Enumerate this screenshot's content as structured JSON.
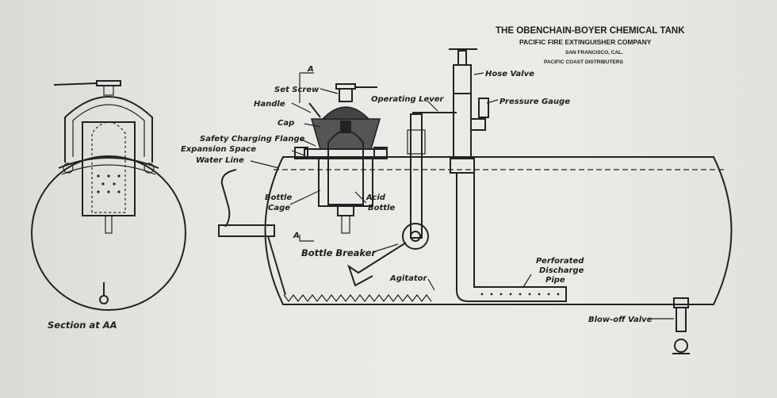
{
  "title": {
    "main": "THE OBENCHAIN-BOYER CHEMICAL TANK",
    "company": "PACIFIC FIRE EXTINGUISHER COMPANY",
    "city": "SAN FRANCISCO, CAL.",
    "distributors": "PACIFIC COAST DISTRIBUTERS"
  },
  "section_caption": "Section at AA",
  "labels": {
    "a_top": "A",
    "set_screw": "Set Screw",
    "handle": "Handle",
    "cap": "Cap",
    "safety_flange": "Safety Charging Flange",
    "expansion_space": "Expansion Space",
    "water_line": "Water Line",
    "bottle_cage_1": "Bottle",
    "bottle_cage_2": "Cage",
    "acid_bottle_1": "Acid",
    "acid_bottle_2": "Bottle",
    "a_bottom": "A",
    "bottle_breaker": "Bottle Breaker",
    "operating_lever": "Operating Lever",
    "hose_valve": "Hose Valve",
    "pressure_gauge": "Pressure Gauge",
    "perforated_1": "Perforated",
    "perforated_2": "Discharge",
    "perforated_3": "Pipe",
    "agitator": "Agitator",
    "blowoff_valve": "Blow-off Valve"
  }
}
